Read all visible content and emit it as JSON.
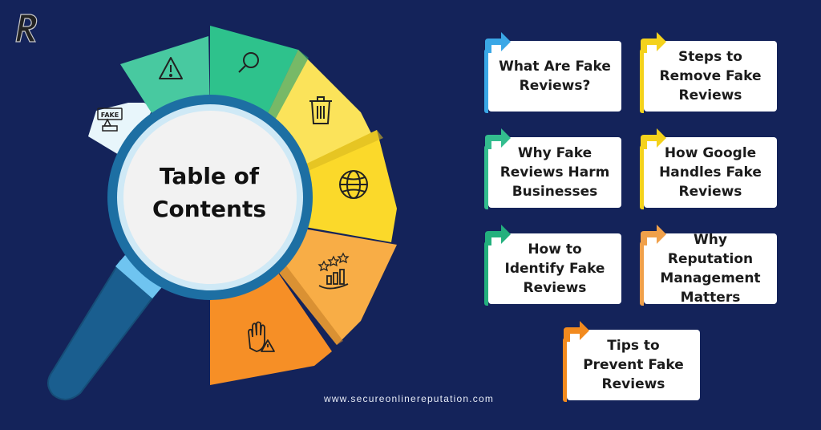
{
  "center": {
    "line1": "Table of",
    "line2": "Contents"
  },
  "cards": [
    {
      "text": "What Are Fake\nReviews?",
      "color": "#3aa7e6"
    },
    {
      "text": "Steps to\nRemove Fake\nReviews",
      "color": "#f4d21c"
    },
    {
      "text": "Why Fake\nReviews Harm\nBusinesses",
      "color": "#33bd8e"
    },
    {
      "text": "How Google\nHandles Fake\nReviews",
      "color": "#f4d21c"
    },
    {
      "text": "How to\nIdentify Fake\nReviews",
      "color": "#23b07d"
    },
    {
      "text": "Why Reputation\nManagement\nMatters",
      "color": "#f0a04a"
    },
    {
      "text": "Tips to\nPrevent Fake\nReviews",
      "color": "#f28a1e"
    }
  ],
  "wheel_icons": [
    "fake-review-icon",
    "warning-icon",
    "magnifier-icon",
    "trash-icon",
    "globe-icon",
    "rating-stars-icon",
    "stop-hand-icon"
  ],
  "fake_badge": "FAKE",
  "footer": {
    "url": "www.secureonlinereputation.com"
  },
  "colors": {
    "background": "#14235a",
    "lens_ring": "#1d6fa3",
    "handle": "#1a5e8f"
  }
}
